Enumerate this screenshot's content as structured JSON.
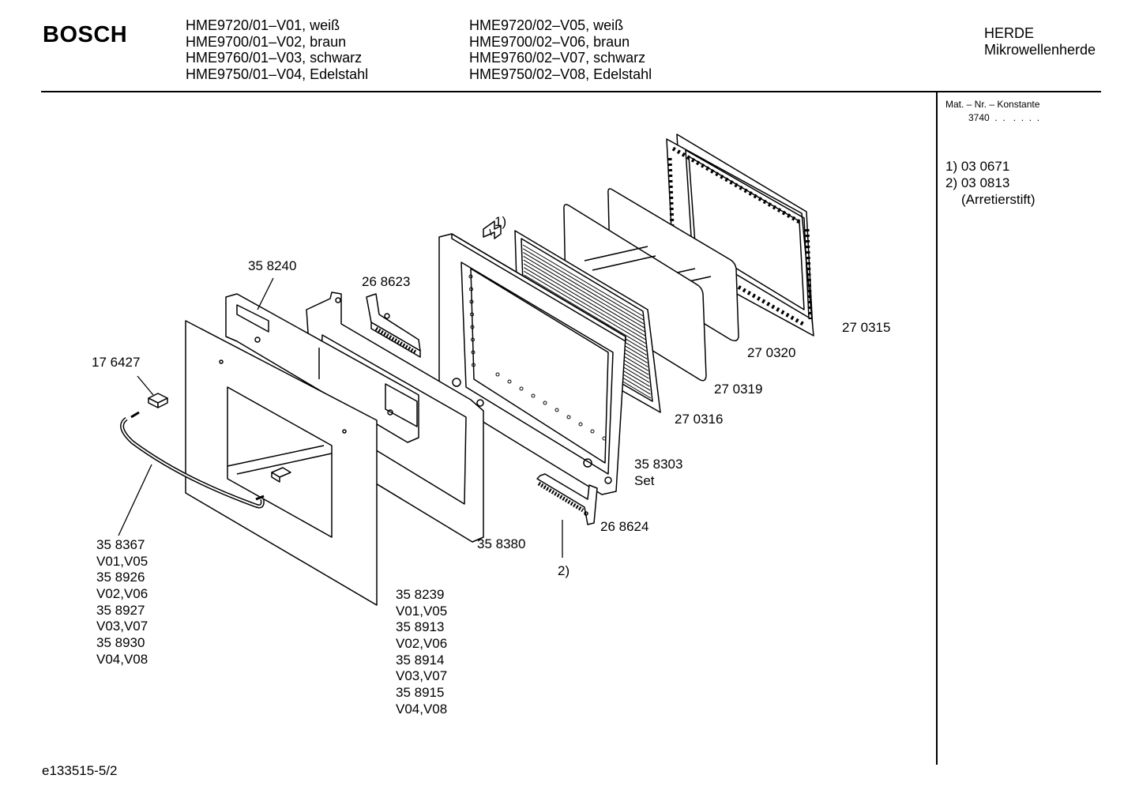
{
  "header": {
    "brand": "BOSCH",
    "models_left": [
      "HME9720/01–V01, weiß",
      "HME9700/01–V02, braun",
      "HME9760/01–V03, schwarz",
      "HME9750/01–V04, Edelstahl"
    ],
    "models_right": [
      "HME9720/02–V05, weiß",
      "HME9700/02–V06, braun",
      "HME9760/02–V07, schwarz",
      "HME9750/02–V08, Edelstahl"
    ],
    "category": "HERDE",
    "subcategory": "Mikrowellenherde"
  },
  "sidebar": {
    "mat_label": "Mat. – Nr. – Konstante",
    "mat_value": "3740  .  .   .  .  .  .",
    "notes": [
      "1) 03 0671",
      "2) 03 0813",
      "(Arretierstift)"
    ]
  },
  "parts": {
    "p270315": "27 0315",
    "p270320": "27 0320",
    "p270319": "27 0319",
    "p270316": "27 0316",
    "p358303": [
      "35 8303",
      "Set"
    ],
    "p268624": "26 8624",
    "p358380": "35 8380",
    "p268623": "26 8623",
    "p358240": "35 8240",
    "p176427": "17 6427",
    "note1": "1)",
    "note2": "2)",
    "p358367_list": [
      "35 8367",
      "V01,V05",
      "35 8926",
      "V02,V06",
      "35 8927",
      "V03,V07",
      "35 8930",
      "V04,V08"
    ],
    "p358239_list": [
      "35 8239",
      "V01,V05",
      "35 8913",
      "V02,V06",
      "35 8914",
      "V03,V07",
      "35 8915",
      "V04,V08"
    ]
  },
  "footer": {
    "doc_id": "e133515-5/2"
  }
}
